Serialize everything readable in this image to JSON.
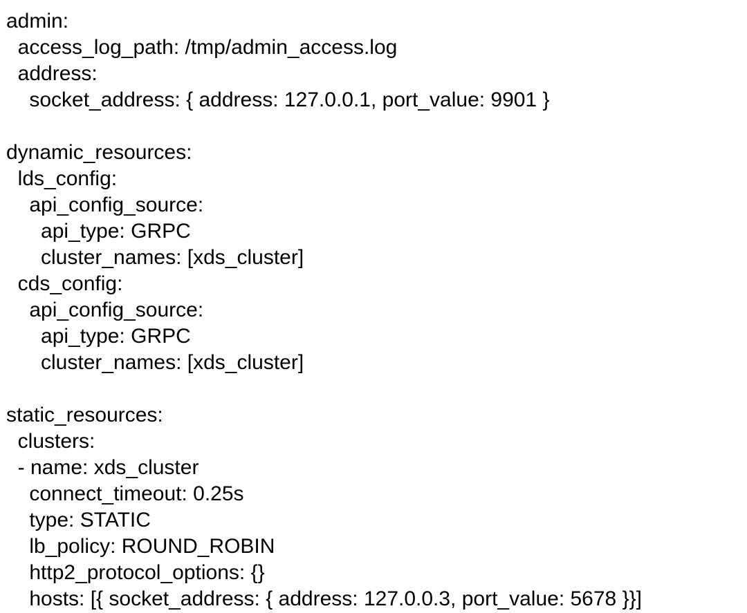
{
  "colors": {
    "background": "#ffffff",
    "text": "#000000"
  },
  "document": {
    "kind": "yaml-configuration",
    "sections": [
      "admin",
      "dynamic_resources",
      "static_resources"
    ]
  },
  "code": {
    "lines": [
      "admin:",
      "  access_log_path: /tmp/admin_access.log",
      "  address:",
      "    socket_address: { address: 127.0.0.1, port_value: 9901 }",
      "",
      "dynamic_resources:",
      "  lds_config:",
      "    api_config_source:",
      "      api_type: GRPC",
      "      cluster_names: [xds_cluster]",
      "  cds_config:",
      "    api_config_source:",
      "      api_type: GRPC",
      "      cluster_names: [xds_cluster]",
      "",
      "static_resources:",
      "  clusters:",
      "  - name: xds_cluster",
      "    connect_timeout: 0.25s",
      "    type: STATIC",
      "    lb_policy: ROUND_ROBIN",
      "    http2_protocol_options: {}",
      "    hosts: [{ socket_address: { address: 127.0.0.3, port_value: 5678 }}]"
    ]
  }
}
